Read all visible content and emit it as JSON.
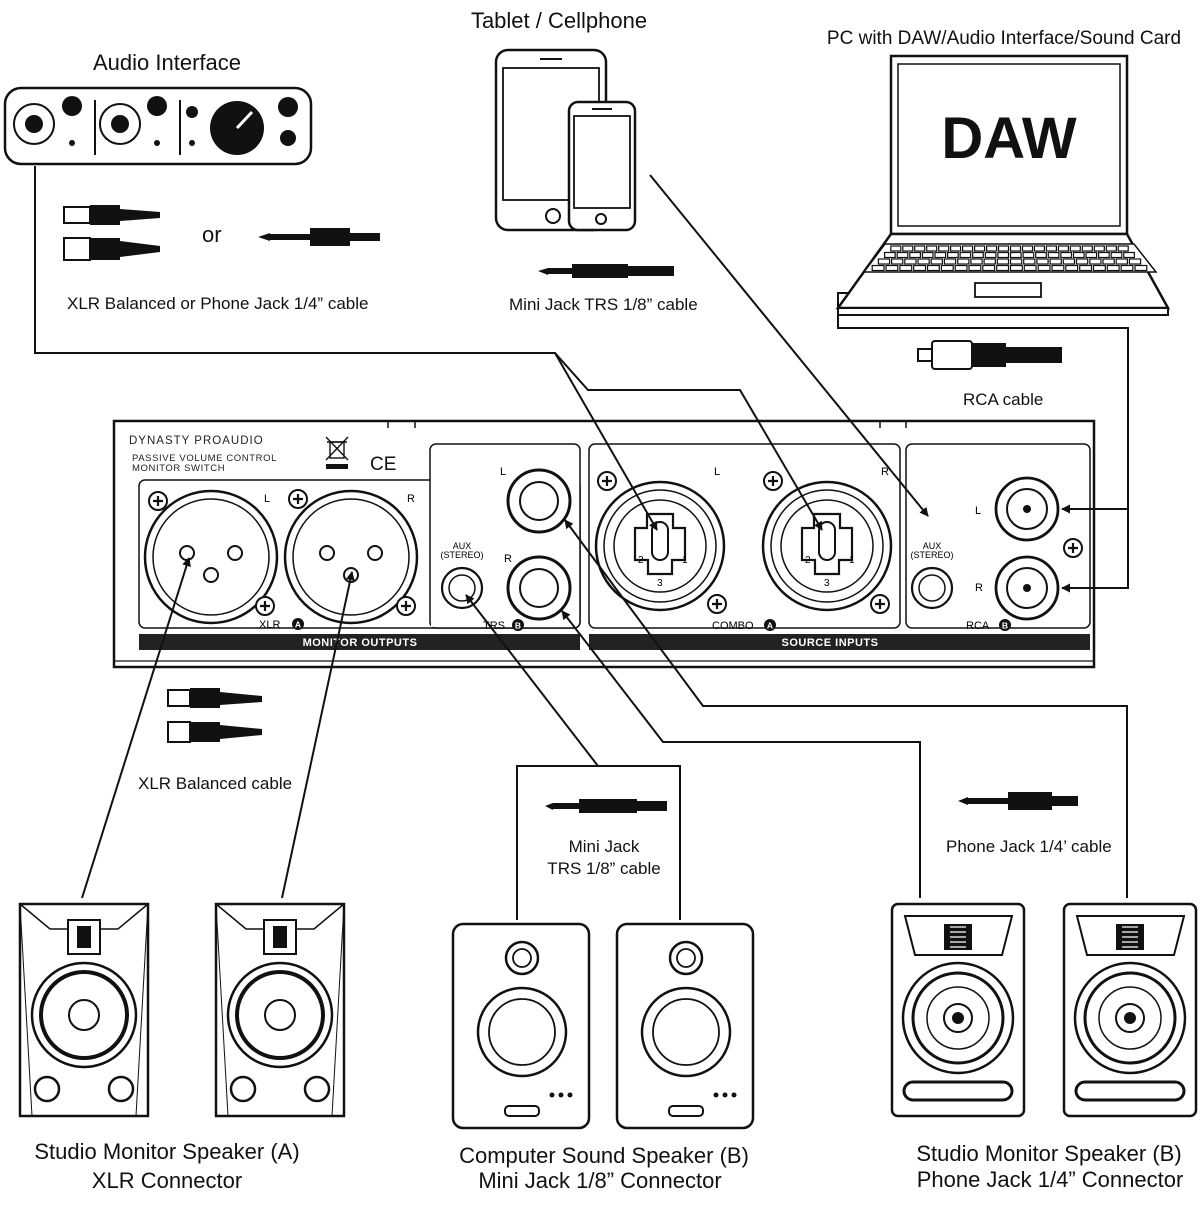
{
  "devices": {
    "audio_interface": "Audio Interface",
    "tablet": "Tablet / Cellphone",
    "pc": "PC with DAW/Audio Interface/Sound Card",
    "daw_screen": "DAW"
  },
  "cables": {
    "or": "or",
    "xlr_or_phone": "XLR Balanced or Phone Jack 1/4” cable",
    "mini_jack_top": "Mini Jack TRS 1/8” cable",
    "rca": "RCA cable",
    "xlr_balanced": "XLR Balanced cable",
    "mini_jack_bottom_1": "Mini Jack",
    "mini_jack_bottom_2": "TRS 1/8” cable",
    "phone_jack": "Phone Jack 1/4’ cable"
  },
  "panel": {
    "brand": "DYNASTY PROAUDIO",
    "model_1": "PASSIVE VOLUME CONTROL",
    "model_2": "MONITOR SWITCH",
    "ce": "CE",
    "l": "L",
    "r": "R",
    "aux": "AUX",
    "stereo": "(STEREO)",
    "xlr": "XLR",
    "trs": "TRS",
    "combo": "COMBO",
    "rca": "RCA",
    "badge_a": "A",
    "badge_b": "B",
    "pin_1": "1",
    "pin_2": "2",
    "pin_3": "3",
    "monitor_outputs": "MONITOR OUTPUTS",
    "source_inputs": "SOURCE INPUTS"
  },
  "speakers": {
    "a_line1": "Studio Monitor Speaker (A)",
    "a_line2": "XLR Connector",
    "b_comp_line1": "Computer Sound Speaker (B)",
    "b_comp_line2": "Mini Jack 1/8” Connector",
    "b_studio_line1": "Studio Monitor Speaker (B)",
    "b_studio_line2": "Phone Jack 1/4” Connector"
  }
}
